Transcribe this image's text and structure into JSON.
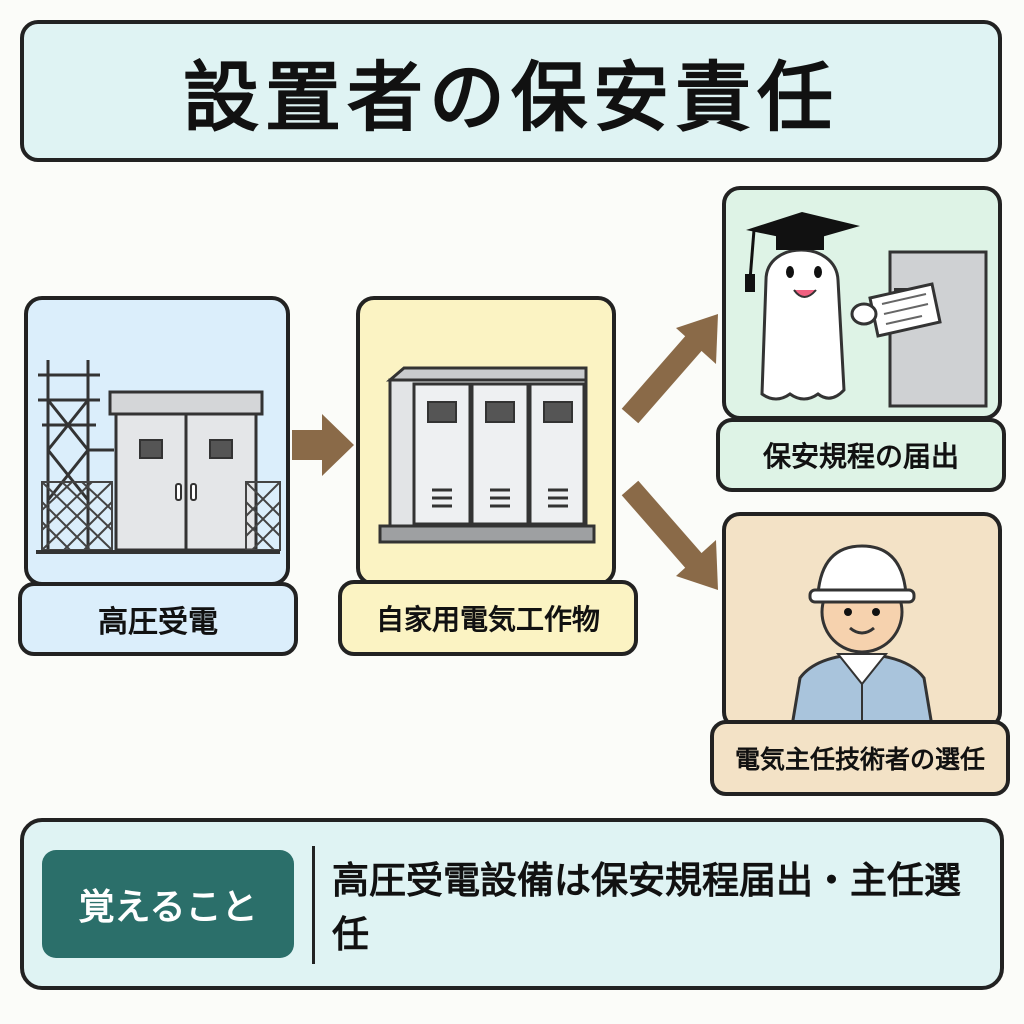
{
  "title": "設置者の保安責任",
  "flow": {
    "step1_label": "高圧受電",
    "step2_label": "自家用電気工作物",
    "outcome1_label": "保安規程の届出",
    "outcome2_label": "電気主任技術者の選任"
  },
  "summary": {
    "badge": "覚えること",
    "text": "高圧受電設備は保安規程届出・主任選任"
  },
  "colors": {
    "title_bg": "#dff3f3",
    "panel1_bg": "#dbeefb",
    "panel2_bg": "#fbf3c3",
    "panel3_bg": "#def3e6",
    "panel4_bg": "#f3e2c6",
    "arrow": "#8a6a48",
    "badge": "#2b6f6a"
  }
}
